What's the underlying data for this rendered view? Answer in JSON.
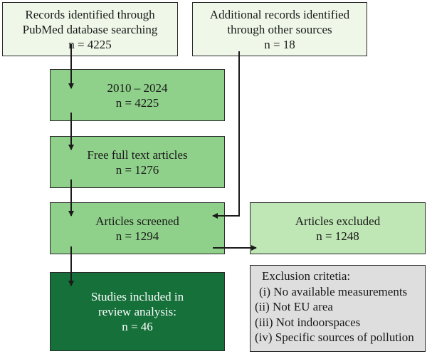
{
  "nodes": {
    "pubmed": {
      "lines": [
        "Records identified through",
        "PubMed database searching",
        "n = 4225"
      ]
    },
    "other": {
      "lines": [
        "Additional records identified",
        "through other sources",
        "n = 18"
      ]
    },
    "years": {
      "lines": [
        "2010 – 2024",
        "n = 4225"
      ]
    },
    "fulltext": {
      "lines": [
        "Free full text articles",
        "n = 1276"
      ]
    },
    "screened": {
      "lines": [
        "Articles screened",
        "n = 1294"
      ]
    },
    "excluded": {
      "lines": [
        "Articles excluded",
        "n = 1248"
      ]
    },
    "included": {
      "lines": [
        "Studies included in",
        "review analysis:",
        "n = 46"
      ]
    }
  },
  "criteria": {
    "title": "Exclusion critetia:",
    "items": [
      "(i) No available measurements",
      "(ii) Not EU area",
      "(iii) Not indoorspaces",
      "(iv) Specific sources of pollution"
    ]
  },
  "colors": {
    "source_fill": "#eef7e8",
    "step_fill": "#8fd18a",
    "excluded_fill": "#bfe6b5",
    "included_fill": "#15703a",
    "criteria_fill": "#dedede",
    "line": "#1a1a1a"
  }
}
